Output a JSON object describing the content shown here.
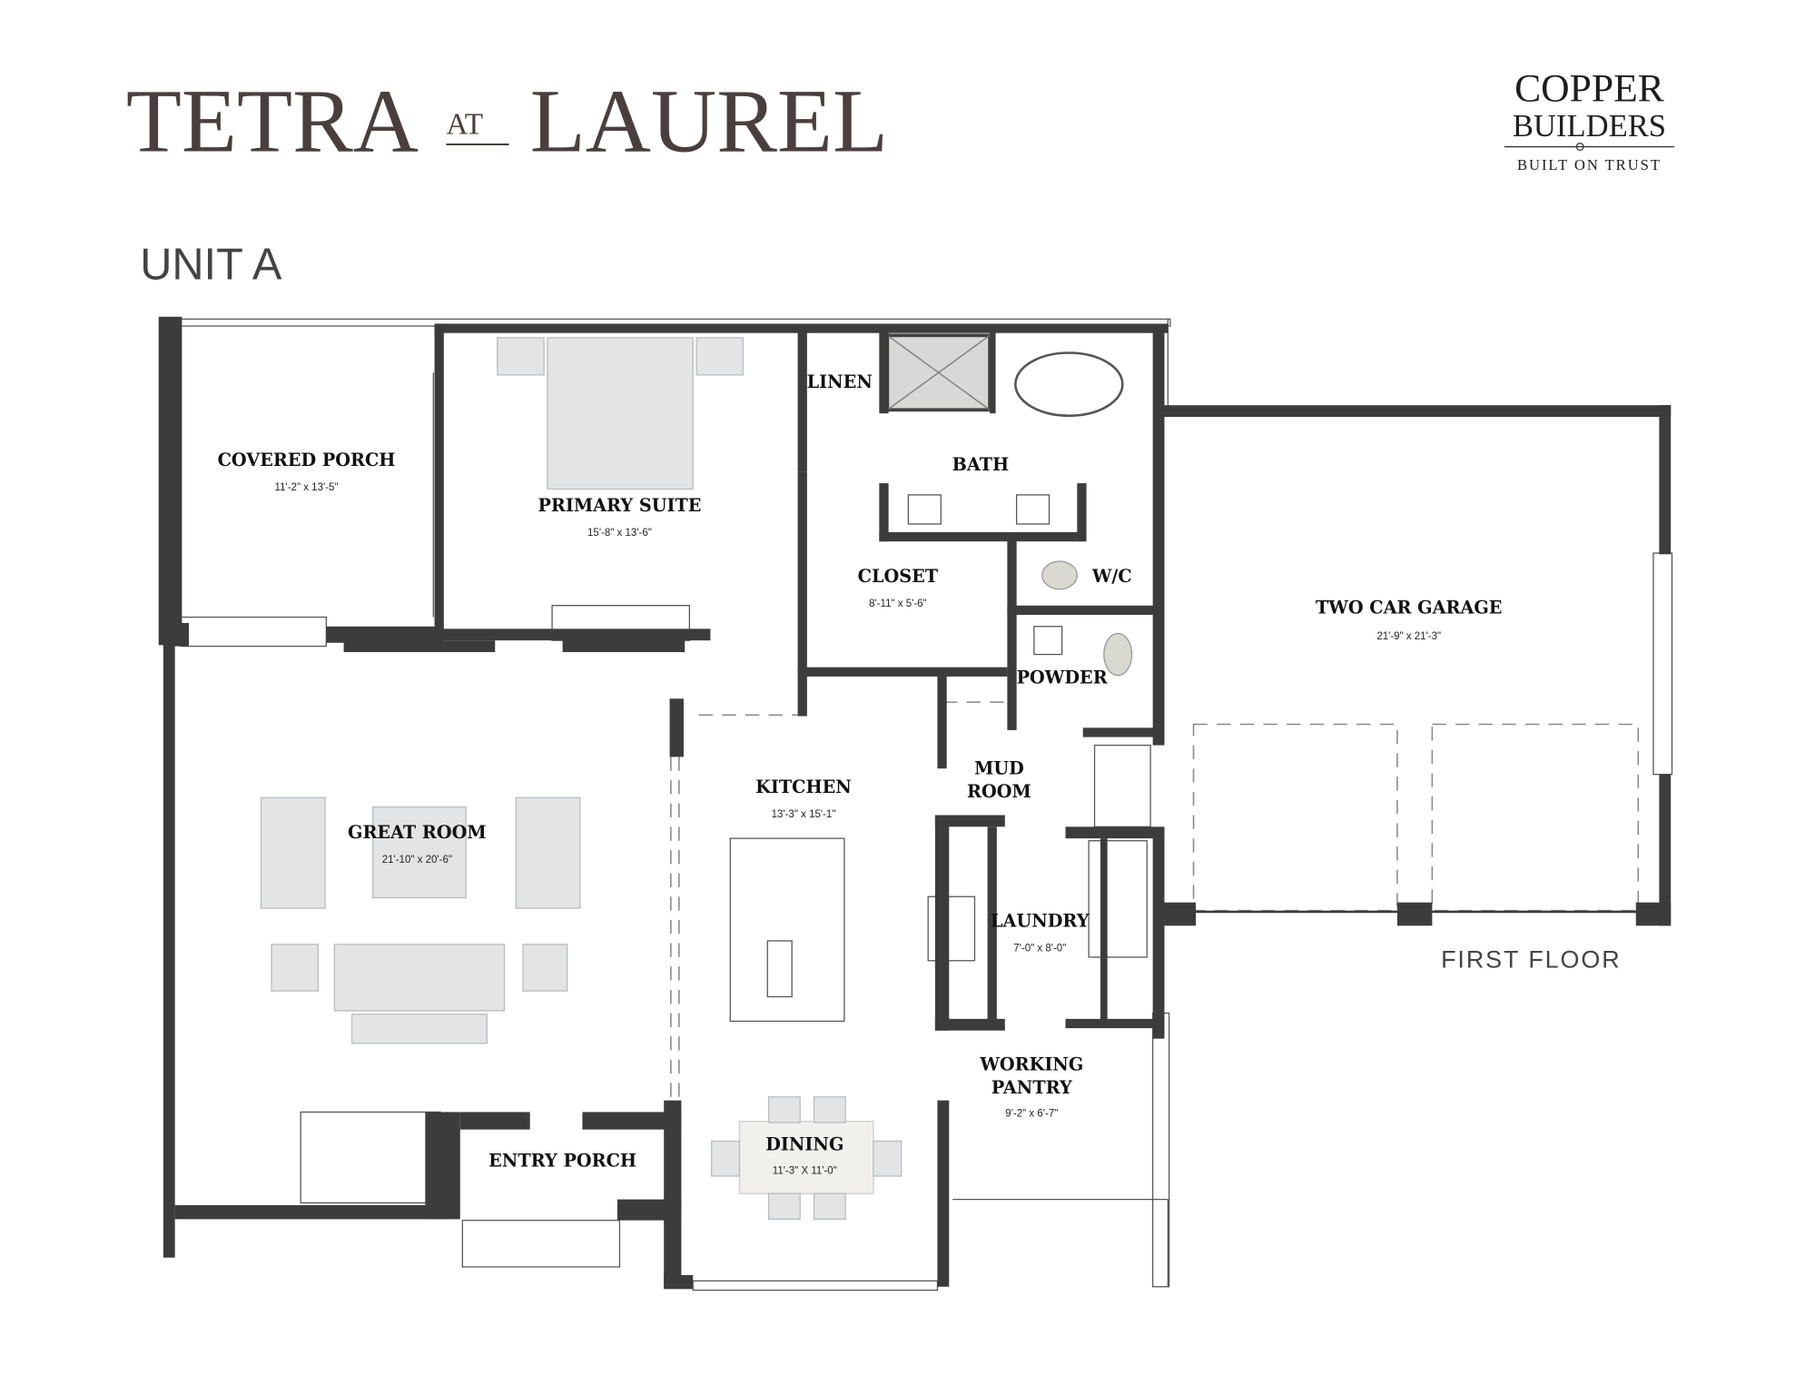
{
  "header": {
    "title_left": "TETRA",
    "title_at": "AT",
    "title_right": "LAUREL",
    "logo_line1": "COPPER",
    "logo_line2": "BUILDERS",
    "logo_tagline": "BUILT ON TRUST",
    "unit": "UNIT A"
  },
  "floor_label": "FIRST FLOOR",
  "rooms": {
    "covered_porch": {
      "name": "COVERED PORCH",
      "dim": "11'-2\" x 13'-5\""
    },
    "primary_suite": {
      "name": "PRIMARY SUITE",
      "dim": "15'-8\" x 13'-6\""
    },
    "linen": {
      "name": "LINEN"
    },
    "bath": {
      "name": "BATH"
    },
    "closet": {
      "name": "CLOSET",
      "dim": "8'-11\" x 5'-6\""
    },
    "wc": {
      "name": "W/C"
    },
    "powder": {
      "name": "POWDER"
    },
    "garage": {
      "name": "TWO CAR GARAGE",
      "dim": "21'-9\" x 21'-3\""
    },
    "kitchen": {
      "name": "KITCHEN",
      "dim": "13'-3\" x 15'-1\""
    },
    "mud_room": {
      "line1": "MUD",
      "line2": "ROOM"
    },
    "great_room": {
      "name": "GREAT ROOM",
      "dim": "21'-10\" x 20'-6\""
    },
    "laundry": {
      "name": "LAUNDRY",
      "dim": "7'-0\" x 8'-0\""
    },
    "working_pantry": {
      "line1": "WORKING",
      "line2": "PANTRY",
      "dim": "9'-2\" x 6'-7\""
    },
    "dining": {
      "name": "DINING",
      "dim": "11'-3\" X 11'-0\""
    },
    "entry_porch": {
      "name": "ENTRY PORCH"
    }
  },
  "colors": {
    "wall": "#3c3c3c",
    "title": "#4a3f3e",
    "furniture": "#e3e4e6"
  }
}
